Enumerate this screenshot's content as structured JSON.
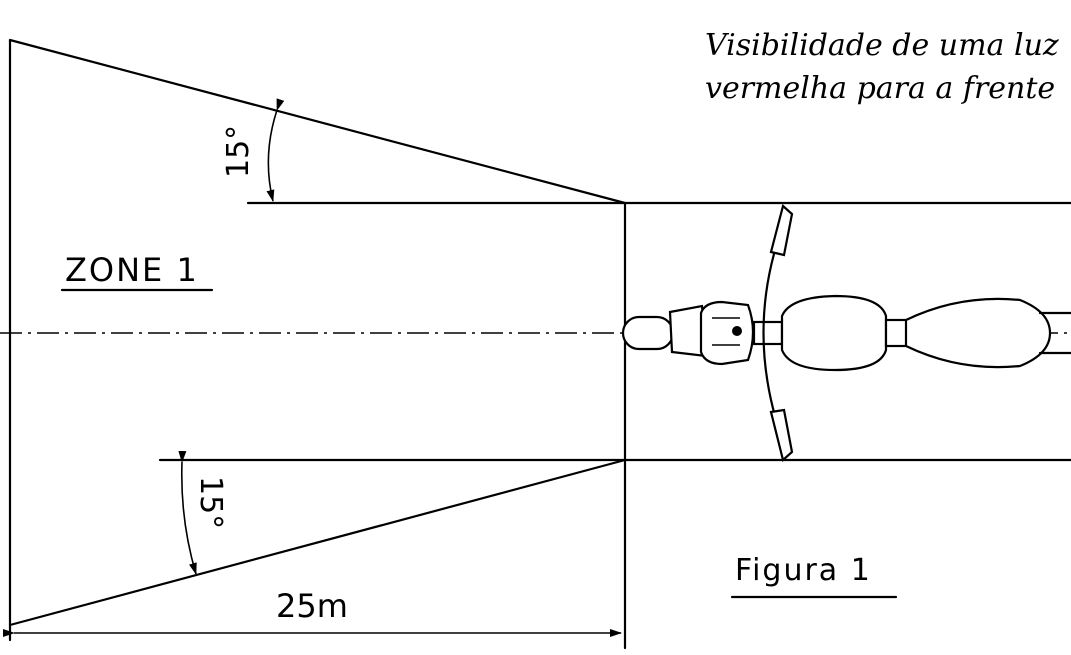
{
  "title_line1": "Visibilidade de uma luz",
  "title_line2": "vermelha para a frente",
  "zone_label": "ZONE 1",
  "angle_top": "15°",
  "angle_bottom": "15°",
  "distance_label": "25m",
  "figure_label": "Figura 1",
  "line_color": "#000000",
  "background_color": "#ffffff",
  "icons": [
    "motorcycle-top-view-icon",
    "arrowhead-icon"
  ]
}
